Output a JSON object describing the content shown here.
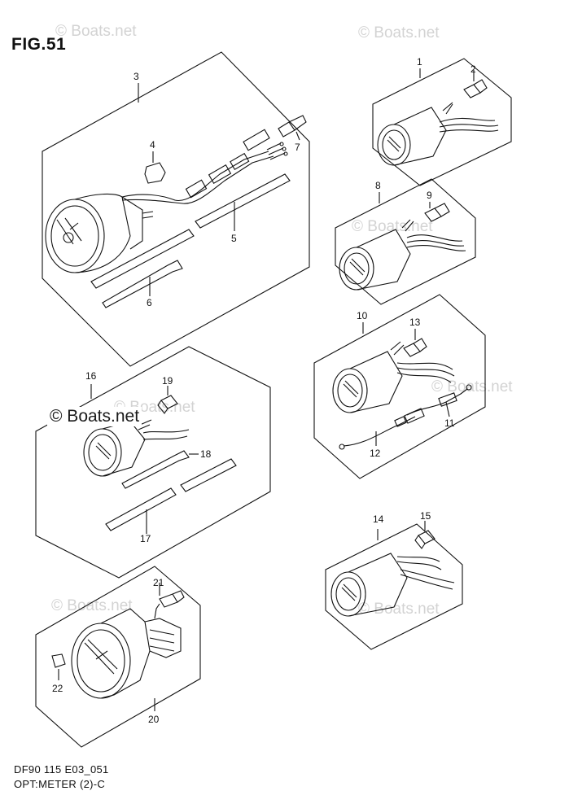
{
  "figure": {
    "title": "FIG.51",
    "code": "DF90 115 E03_051",
    "caption": "OPT:METER (2)-C"
  },
  "watermarks": [
    "© Boats.net",
    "© Boats.net",
    "© Boats.net",
    "© Boats.net",
    "© Boats.net",
    "© Boats.net",
    "© Boats.net"
  ],
  "watermark_emphasized": "© Boats.net",
  "callouts": [
    "1",
    "2",
    "3",
    "4",
    "5",
    "6",
    "7",
    "8",
    "9",
    "10",
    "11",
    "12",
    "13",
    "14",
    "15",
    "16",
    "17",
    "18",
    "19",
    "20",
    "21",
    "22"
  ]
}
